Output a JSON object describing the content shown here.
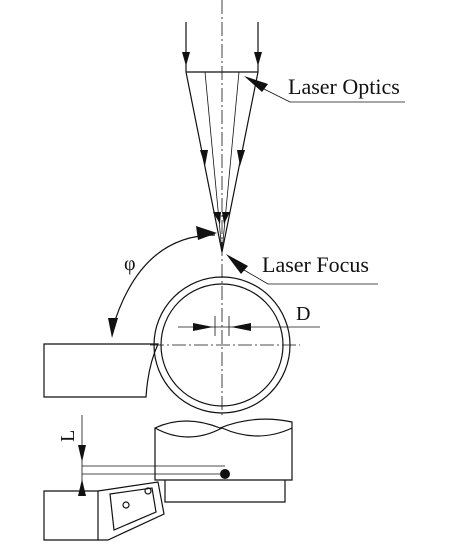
{
  "labels": {
    "laser_optics": "Laser Optics",
    "laser_focus": "Laser Focus",
    "diameter": "D",
    "angle": "φ",
    "offset": "L"
  },
  "colors": {
    "line": "#111111",
    "background": "#ffffff"
  }
}
